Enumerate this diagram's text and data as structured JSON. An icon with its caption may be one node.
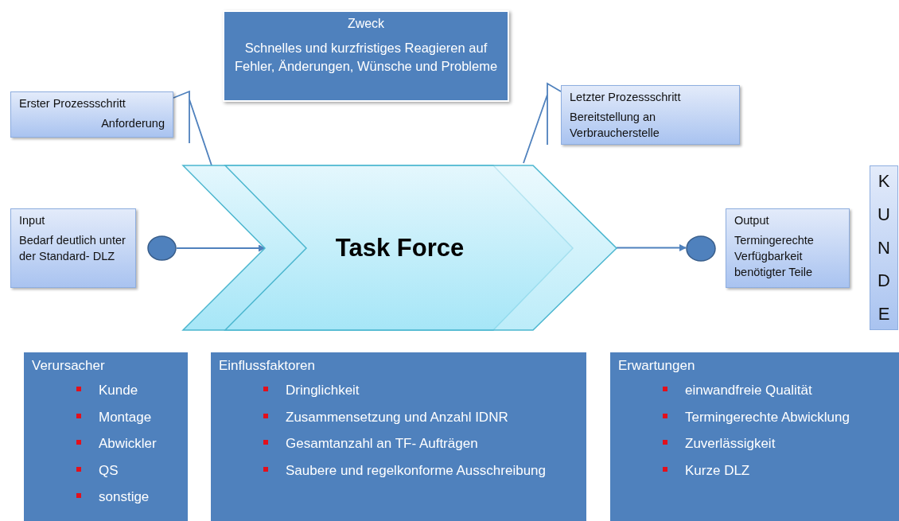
{
  "diagram": {
    "nodes": [
      {
        "text": [
          "Zweck",
          "Schnelles und kurzfristiges Reagieren auf Fehler, Änderungen, Wünsche und Probleme"
        ]
      },
      {
        "text": [
          "Erster Prozessschritt",
          "Anforderung"
        ]
      },
      {
        "text": [
          "Letzter Prozessschritt",
          "Bereitstellung an Verbraucherstelle"
        ]
      },
      {
        "text": [
          "Input",
          "Bedarf deutlich unter der Standard- DLZ"
        ]
      },
      {
        "text": [],
        "shape": "circle"
      },
      {
        "text": [
          "Task Force"
        ]
      },
      {
        "text": [],
        "shape": "circle"
      },
      {
        "text": [
          "Output",
          "Termingerechte Verfügbarkeit benötigter Teile"
        ]
      },
      {
        "text": [
          "KUNDE"
        ]
      },
      {
        "text": [
          "Verursacher",
          "Kunde",
          "Montage",
          "Abwickler",
          "QS",
          "sonstige"
        ]
      },
      {
        "text": [
          "Einflussfaktoren",
          "Dringlichkeit",
          "Zusammensetzung und Anzahl IDNR",
          "Gesamtanzahl an TF- Aufträgen",
          "Saubere und regelkonforme Ausschreibung"
        ]
      },
      {
        "text": [
          "Erwartungen",
          "einwandfreie Qualität",
          "Termingerechte Abwicklung",
          "Zuverlässigkeit",
          "Kurze DLZ"
        ]
      }
    ],
    "edges": [
      {
        "from": 4,
        "to": 5,
        "arrow": "to"
      },
      {
        "from": 5,
        "to": 6,
        "arrow": "to"
      },
      {
        "from": 1,
        "to": 5,
        "arrow": "none"
      },
      {
        "from": 2,
        "to": 5,
        "arrow": "none"
      }
    ]
  }
}
